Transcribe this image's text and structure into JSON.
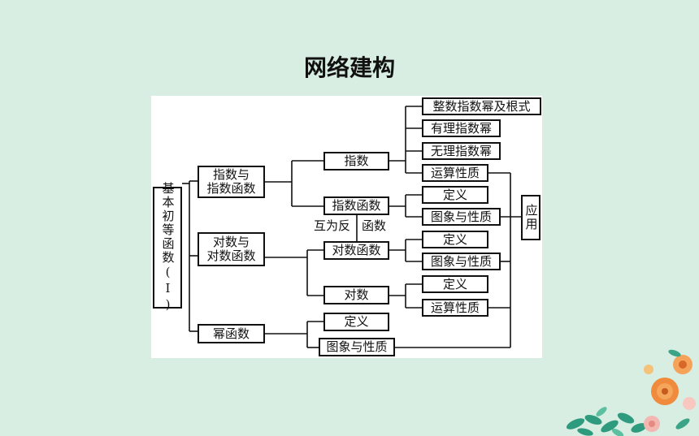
{
  "title": "网络建构",
  "diagram": {
    "root": "基本初等函数(Ⅰ)",
    "groups": {
      "exp": "指数与\n指数函数",
      "log": "对数与\n对数函数",
      "pow": "幂函数"
    },
    "nodes": {
      "zhishu": "指数",
      "zhishu_hanshu": "指数函数",
      "duishu_hanshu": "对数函数",
      "duishu": "对数",
      "pow_dingyi": "定义",
      "pow_xingzhi": "图象与性质"
    },
    "leaves": {
      "zhengshu": "整数指数幂及根式",
      "youli": "有理指数幂",
      "wuli": "无理指数幂",
      "exp_yunsuan": "运算性质",
      "exp_dingyi": "定义",
      "exp_xingzhi": "图象与性质",
      "log_dingyi": "定义",
      "log_xingzhi": "图象与性质",
      "log_dingyi2": "定义",
      "log_yunsuan": "运算性质"
    },
    "inverse_left": "互为反",
    "inverse_right": "函数",
    "application": "应用"
  }
}
